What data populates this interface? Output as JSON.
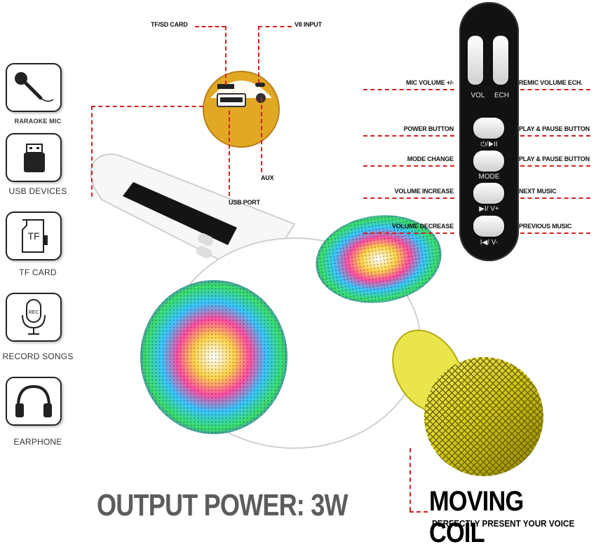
{
  "features": [
    {
      "label": "RARAOKE MIC",
      "icon": "microphone-icon"
    },
    {
      "label": "USB DEVICES",
      "icon": "usb-drive-icon"
    },
    {
      "label": "TF CARD",
      "icon": "sd-card-icon",
      "card_text": "TF"
    },
    {
      "label": "RECORD SONGS",
      "icon": "record-mic-icon",
      "rec_text": "REC"
    },
    {
      "label": "EARPHONE",
      "icon": "headphones-icon"
    }
  ],
  "port_callouts": {
    "tf_sd_card": "TF/SD CARD",
    "v8_input": "V8 INPUT",
    "aux": "AUX",
    "usb_port": "USB PORT"
  },
  "panel_callouts_left": [
    "MIC VOLUME +/-",
    "POWER BUTTON",
    "MODE CHANGE",
    "VOLUME INCREASE",
    "VOLUME DECREASE"
  ],
  "panel_callouts_right": [
    "REMIC VOLUME ECH.",
    "PLAY & PAUSE BUTTON",
    "PLAY & PAUSE BUTTON",
    "NEXT MUSIC",
    "PREVIOUS MUSIC"
  ],
  "panel": {
    "vol": "VOL",
    "ech": "ECH",
    "power_label": "⏻/▶II",
    "mode": "MODE",
    "next": "▶I/ V+",
    "prev": "I◀/ V-"
  },
  "headline": "OUTPUT POWER: 3W",
  "moving_coil": "MOVING COIL",
  "tagline": "PERFECTLY PRESENT YOUR VOICE",
  "colors": {
    "callout_line": "#d42020",
    "grille": "#d9cf1a",
    "body": "#ffffff",
    "panel": "#121212"
  }
}
